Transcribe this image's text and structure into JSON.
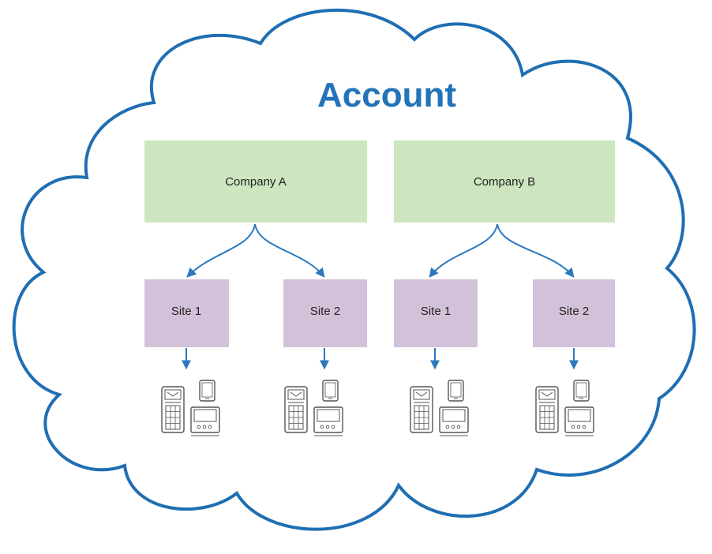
{
  "diagram": {
    "title": "Account",
    "companies": [
      {
        "label": "Company A",
        "sites": [
          {
            "label": "Site 1"
          },
          {
            "label": "Site 2"
          }
        ]
      },
      {
        "label": "Company B",
        "sites": [
          {
            "label": "Site 1"
          },
          {
            "label": "Site 2"
          }
        ]
      }
    ],
    "device_icons": [
      "door-intercom-icon",
      "tablet-icon",
      "indoor-monitor-icon"
    ]
  },
  "colors": {
    "cloud_stroke": "#1f6eb3",
    "title": "#2273b8",
    "company_fill": "#cde6bf",
    "site_fill": "#d3c1d9",
    "arrow": "#2b78bf",
    "device_stroke": "#555555",
    "text": "#222222"
  }
}
